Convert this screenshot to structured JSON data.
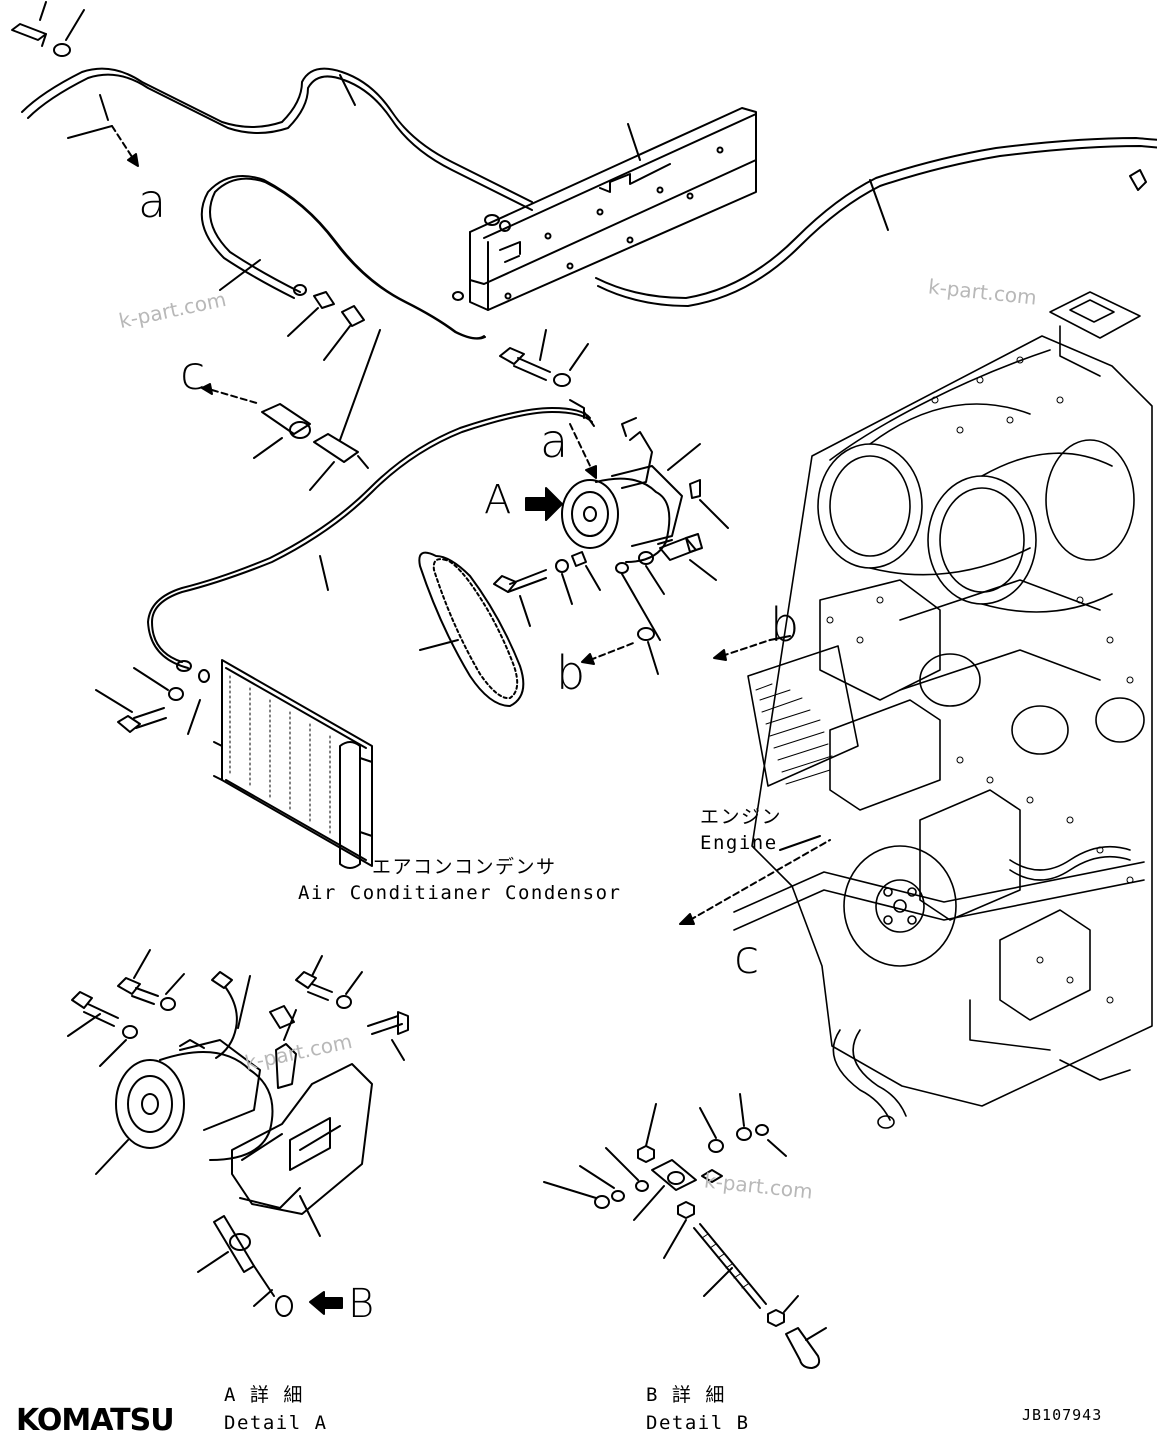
{
  "refs": {
    "a_top": "a",
    "a_mid": "a",
    "b_mid": "b",
    "b_right": "b",
    "c_left": "c",
    "c_right": "c",
    "A": "A",
    "B": "B"
  },
  "labels": {
    "condenser_jp": "エアコンコンデンサ",
    "condenser_en": "Air Conditianer Condensor",
    "engine_jp": "エンジン",
    "engine_en": "Engine",
    "detail_a_jp": "A 詳 細",
    "detail_a_en": "Detail A",
    "detail_b_jp": "B 詳 細",
    "detail_b_en": "Detail B"
  },
  "watermark": "k-part.com",
  "brand": "KOMATSU",
  "drawing_code": "JB107943",
  "colors": {
    "ink": "#000000",
    "watermark": "#b8b8b8",
    "paper": "#ffffff"
  }
}
